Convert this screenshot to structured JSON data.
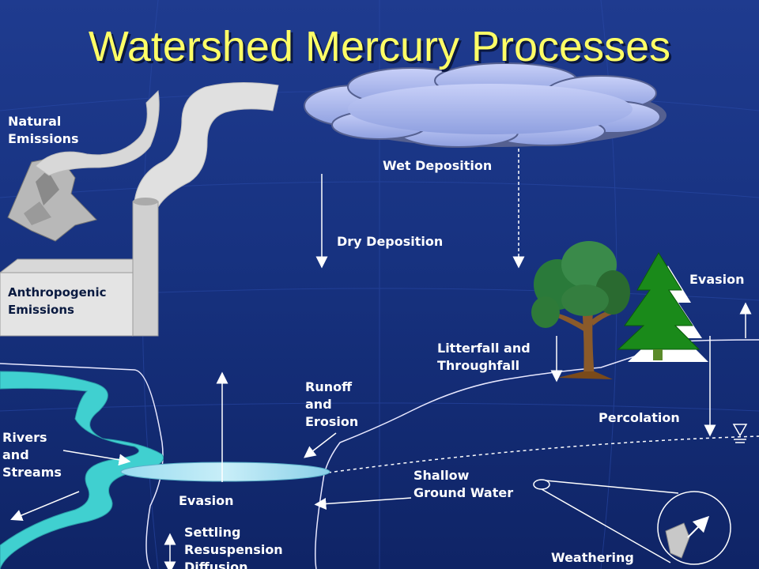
{
  "title": "Watershed Mercury Processes",
  "labels": {
    "natural_emissions": "Natural\nEmissions",
    "anthropogenic_emissions": "Anthropogenic\nEmissions",
    "wet_deposition": "Wet Deposition",
    "dry_deposition": "Dry Deposition",
    "evasion_right": "Evasion",
    "litterfall": "Litterfall and\nThroughfall",
    "runoff": "Runoff\nand\nErosion",
    "percolation": "Percolation",
    "rivers": "Rivers\nand\nStreams",
    "shallow_gw": "Shallow\nGround Water",
    "evasion_lake": "Evasion",
    "settling": "Settling\nResuspension\nDiffusion",
    "weathering": "Weathering"
  },
  "colors": {
    "title": "#ffff66",
    "label": "#ffffff",
    "river": "#40d0d0",
    "cloud": "#b8c4f0",
    "tree_green": "#1a8a1a",
    "trunk": "#8a5a2a",
    "rock": "#c8c8c8"
  }
}
